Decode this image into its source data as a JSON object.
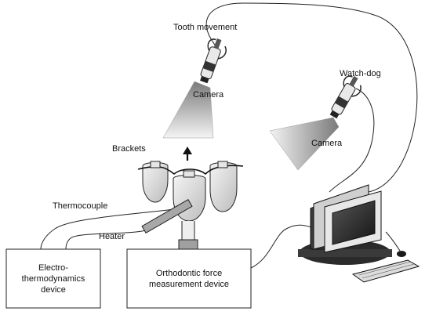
{
  "labels": {
    "tooth_movement": "Tooth movement",
    "camera_1": "Camera",
    "watch_dog": "Watch-dog",
    "camera_2": "Camera",
    "brackets": "Brackets",
    "thermocouple": "Thermocouple",
    "heater": "Heater"
  },
  "devices": {
    "electro_line1": "Electro-",
    "electro_line2": "thermodynamics",
    "electro_line3": "device",
    "force_line1": "Orthodontic force",
    "force_line2": "measurement device"
  },
  "colors": {
    "line": "#222222",
    "beam_light": "#f2f2f2",
    "beam_dark": "#7d7d7d",
    "tooth_fill": "#dcdcdc",
    "heater_fill": "#a8a8a8",
    "computer_dark": "#2b2b2b"
  },
  "icons": [
    "camera-icon",
    "arrow-up-icon",
    "computer-icon",
    "tooth-icon"
  ]
}
